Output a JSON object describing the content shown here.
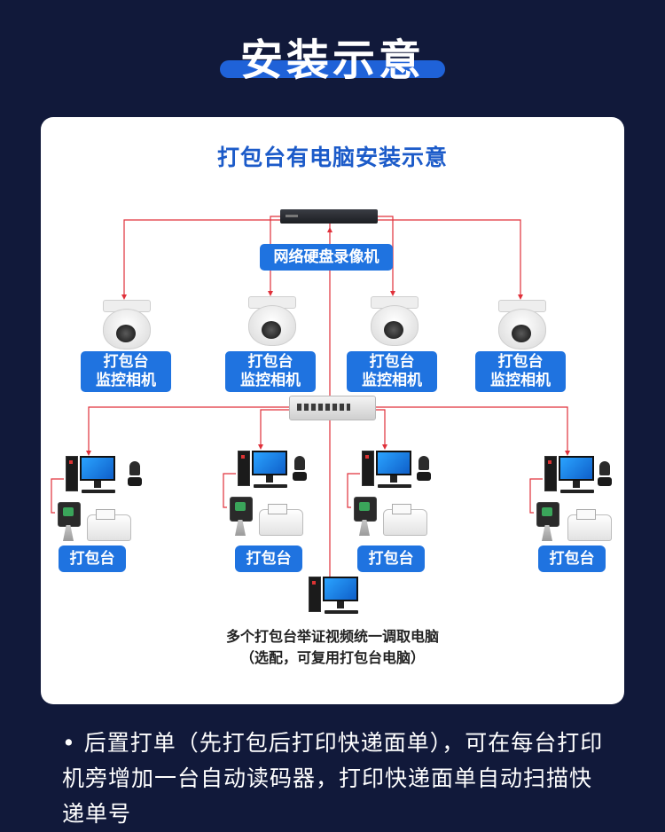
{
  "header": {
    "title": "安装示意"
  },
  "card": {
    "title": "打包台有电脑安装示意"
  },
  "diagram": {
    "nvr_label": "网络硬盘录像机",
    "cameras": [
      {
        "label_line1": "打包台",
        "label_line2": "监控相机"
      },
      {
        "label_line1": "打包台",
        "label_line2": "监控相机"
      },
      {
        "label_line1": "打包台",
        "label_line2": "监控相机"
      },
      {
        "label_line1": "打包台",
        "label_line2": "监控相机"
      }
    ],
    "stations": [
      {
        "label": "打包台"
      },
      {
        "label": "打包台"
      },
      {
        "label": "打包台"
      },
      {
        "label": "打包台"
      }
    ],
    "pc_note_line1": "多个打包台举证视频统一调取电脑",
    "pc_note_line2": "（选配，可复用打包台电脑）"
  },
  "footer": {
    "bullet": "•",
    "text": "后置打单（先打包后打印快递面单），可在每台打印机旁增加一台自动读码器，打印快递面单自动扫描快递单号"
  },
  "colors": {
    "background": "#11193a",
    "accent": "#1f62d8",
    "label_bg": "#1f73e0",
    "wire": "#e0303a"
  }
}
